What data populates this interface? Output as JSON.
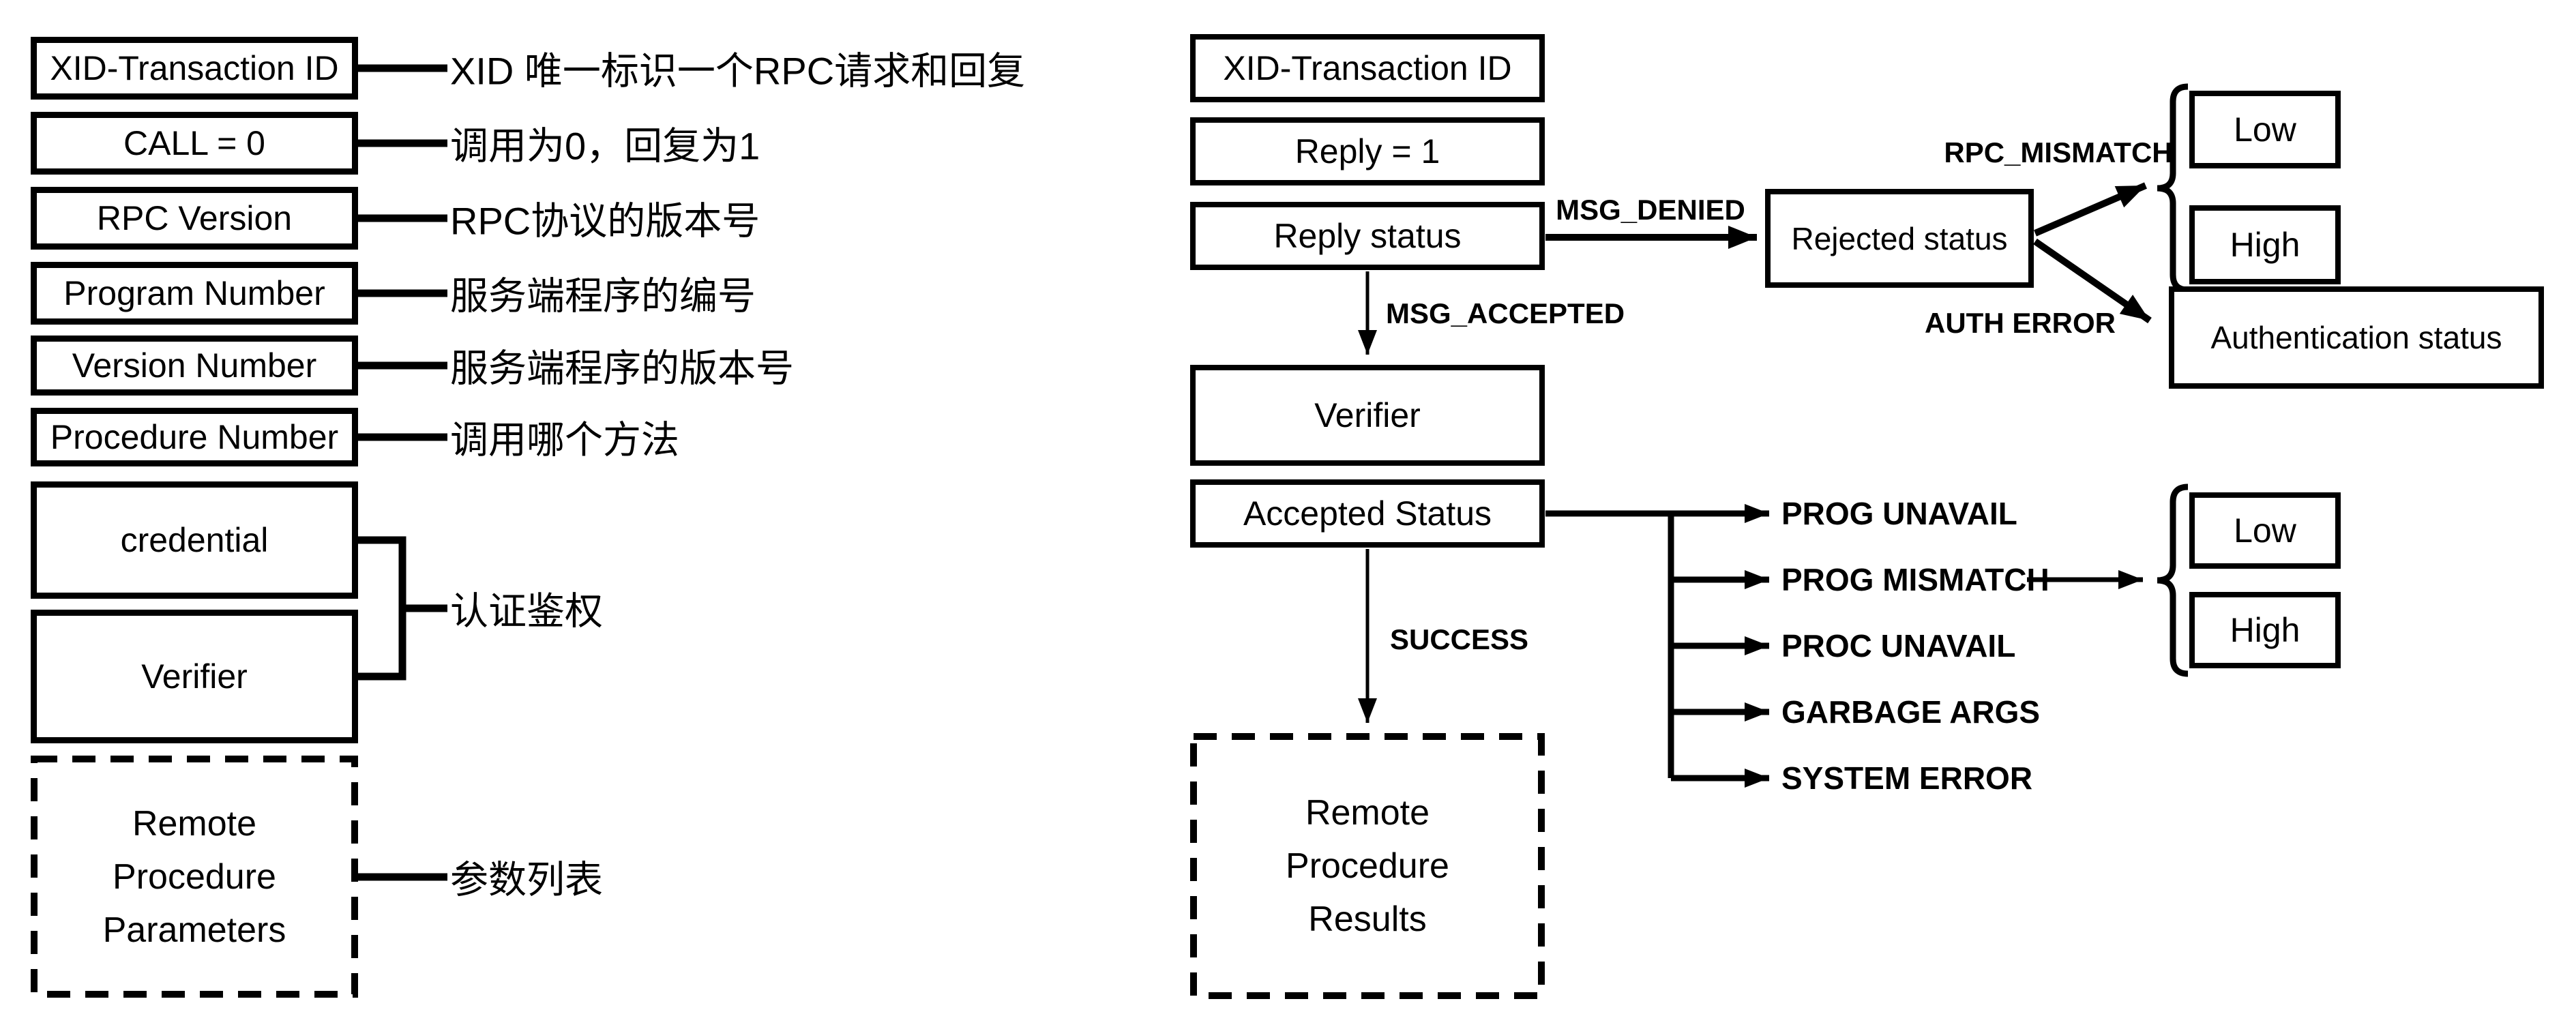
{
  "colors": {
    "ink": "#000000",
    "background": "#ffffff"
  },
  "left": {
    "rows": [
      {
        "box": "XID-Transaction ID",
        "note": "XID 唯一标识一个RPC请求和回复"
      },
      {
        "box": "CALL = 0",
        "note": "调用为0，回复为1"
      },
      {
        "box": "RPC Version",
        "note": "RPC协议的版本号"
      },
      {
        "box": "Program Number",
        "note": "服务端程序的编号"
      },
      {
        "box": "Version Number",
        "note": "服务端程序的版本号"
      },
      {
        "box": "Procedure Number",
        "note": "调用哪个方法"
      }
    ],
    "credential_box": "credential",
    "verifier_box": "Verifier",
    "auth_note": "认证鉴权",
    "params_box": {
      "line1": "Remote",
      "line2": "Procedure",
      "line3": "Parameters"
    },
    "params_note": "参数列表"
  },
  "right": {
    "xid_box": "XID-Transaction ID",
    "reply_box": "Reply = 1",
    "reply_status_box": "Reply status",
    "verifier_box": "Verifier",
    "accepted_status_box": "Accepted Status",
    "rejected_status_box": "Rejected status",
    "authentication_status_box": "Authentication status",
    "results_box": {
      "line1": "Remote",
      "line2": "Procedure",
      "line3": "Results"
    },
    "labels": {
      "msg_denied": "MSG_DENIED",
      "msg_accepted": "MSG_ACCEPTED",
      "success": "SUCCESS",
      "rpc_mismatch": "RPC_MISMATCH",
      "auth_error": "AUTH ERROR"
    },
    "mismatch_top": {
      "low": "Low",
      "high": "High"
    },
    "mismatch_bottom": {
      "low": "Low",
      "high": "High"
    },
    "branches": [
      "PROG UNAVAIL",
      "PROG MISMATCH",
      "PROC UNAVAIL",
      "GARBAGE ARGS",
      "SYSTEM ERROR"
    ]
  }
}
